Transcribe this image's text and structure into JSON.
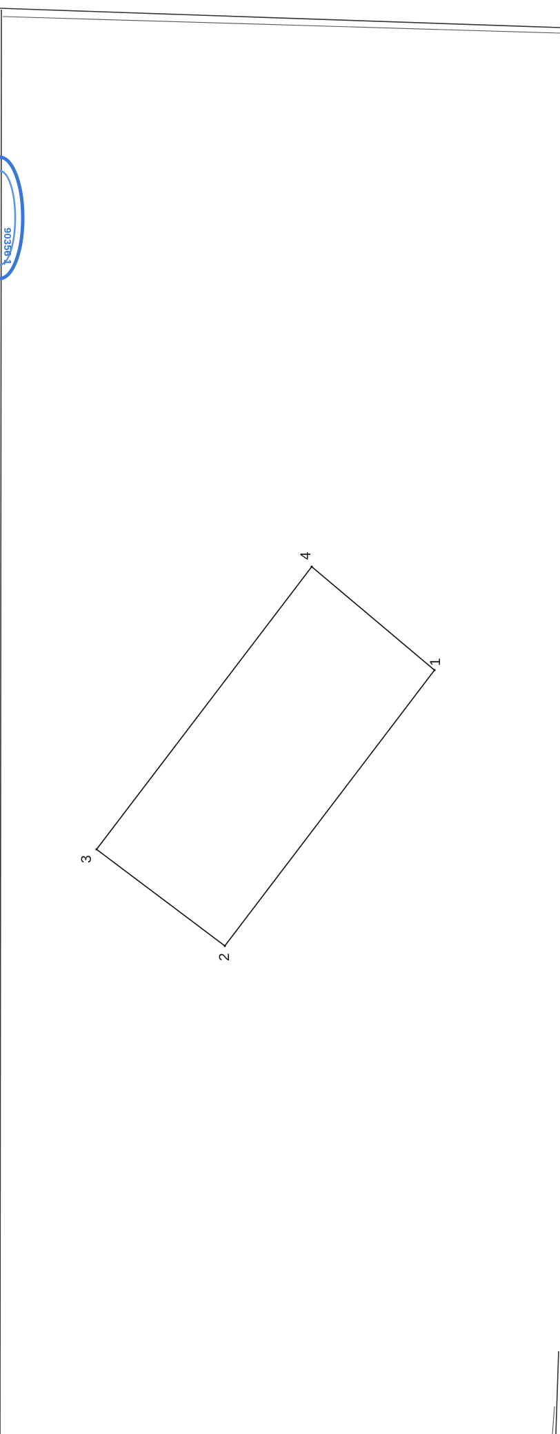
{
  "plan": {
    "vertices": [
      {
        "label": "1"
      },
      {
        "label": "2"
      },
      {
        "label": "3"
      },
      {
        "label": "4"
      }
    ]
  },
  "stamp": {
    "partial_text": "90356 1",
    "color": "#3a78d8"
  },
  "colors": {
    "frame": "#333333",
    "outline": "#111111",
    "background": "#ffffff"
  }
}
